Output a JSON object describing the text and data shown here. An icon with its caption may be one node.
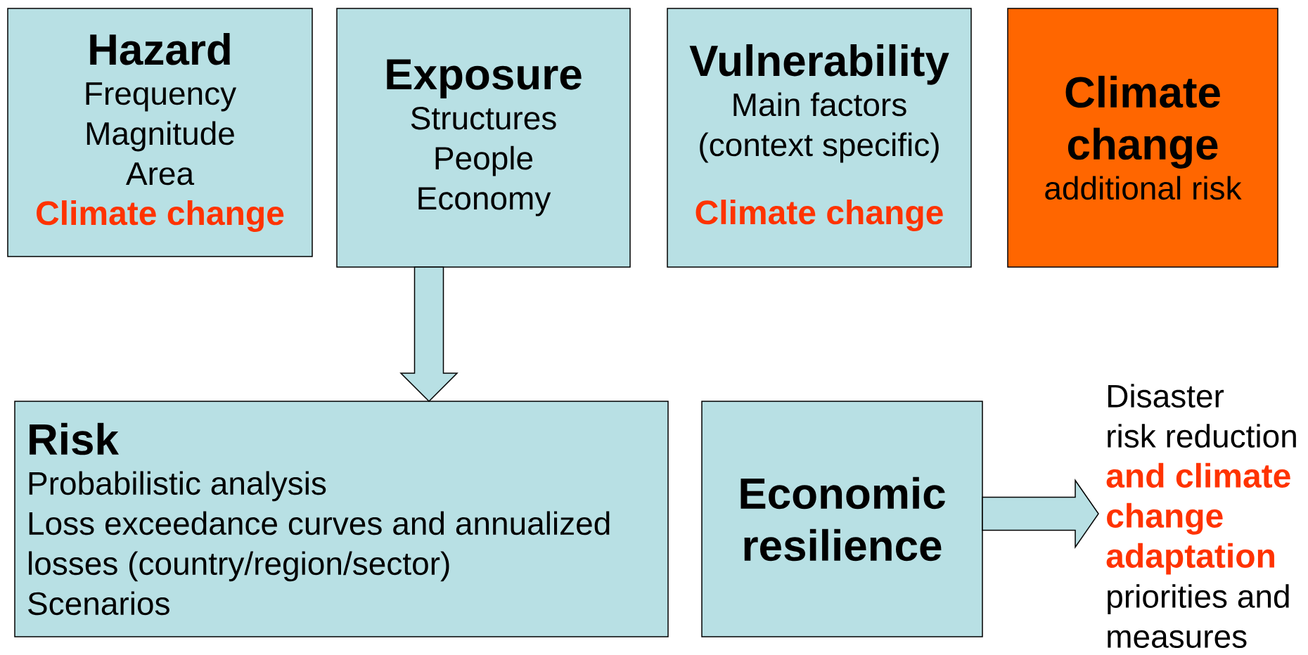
{
  "diagram": {
    "nodes": [
      {
        "text": [
          "Hazard",
          "Frequency",
          "Magnitude",
          "Area",
          "Climate change"
        ]
      },
      {
        "text": [
          "Exposure",
          "Structures",
          "People",
          "Economy"
        ]
      },
      {
        "text": [
          "Vulnerability",
          "Main factors",
          "(context specific)",
          "Climate change"
        ]
      },
      {
        "text": [
          "Climate change",
          "additional risk"
        ]
      },
      {
        "text": [
          "Risk",
          "Probabilistic analysis",
          "Loss exceedance curves and annualized losses (country/region/sector)",
          "Scenarios"
        ]
      },
      {
        "text": [
          "Economic resilience"
        ]
      },
      {
        "text": [
          "Disaster",
          "risk reduction",
          "and climate change adaptation",
          "priorities and measures"
        ]
      }
    ],
    "edges": [
      {
        "from": 1,
        "to": 4,
        "arrow": "to"
      },
      {
        "from": 5,
        "to": 6,
        "arrow": "to"
      }
    ]
  }
}
